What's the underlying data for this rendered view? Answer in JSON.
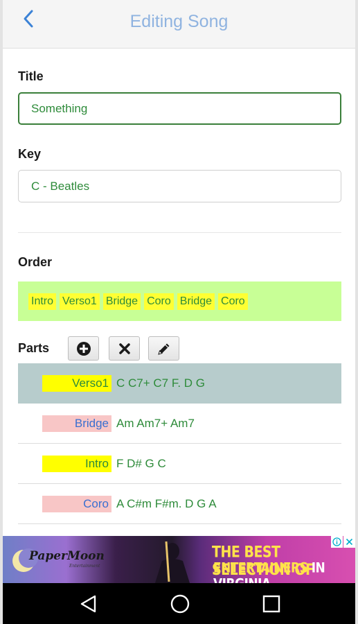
{
  "header": {
    "title": "Editing Song",
    "back_icon": "chevron-left-icon",
    "accent": "#8fb3e0"
  },
  "form": {
    "title_label": "Title",
    "title_value": "Something",
    "key_label": "Key",
    "key_value": "C - Beatles"
  },
  "order": {
    "label": "Order",
    "items": [
      "Intro",
      "Verso1",
      "Bridge",
      "Coro",
      "Bridge",
      "Coro"
    ],
    "strip_color": "#c8ff96",
    "chip_color": "#ffff33"
  },
  "parts": {
    "label": "Parts",
    "toolbar": {
      "add_icon": "plus-circle-icon",
      "delete_icon": "close-icon",
      "edit_icon": "pencil-icon"
    },
    "items": [
      {
        "name": "Verso1",
        "chords": "C C7+ C7 F. D G",
        "color": "yellow",
        "selected": true
      },
      {
        "name": "Bridge",
        "chords": "Am Am7+ Am7",
        "color": "pink",
        "selected": false
      },
      {
        "name": "Intro",
        "chords": "F D# G C",
        "color": "yellow",
        "selected": false
      },
      {
        "name": "Coro",
        "chords": "A C#m F#m. D G A",
        "color": "pink",
        "selected": false
      }
    ]
  },
  "ad": {
    "brand": "PaperMoon",
    "brand_sub": "Entertainment",
    "headline_1": "THE BEST SELECTION OF",
    "headline_2a": "ENTERTAINERS",
    "headline_2b": "IN VIRGINIA",
    "info_icon": "info-icon",
    "close_icon": "close-icon"
  },
  "navbar": {
    "back_icon": "nav-back-icon",
    "home_icon": "nav-home-icon",
    "recents_icon": "nav-recents-icon"
  }
}
